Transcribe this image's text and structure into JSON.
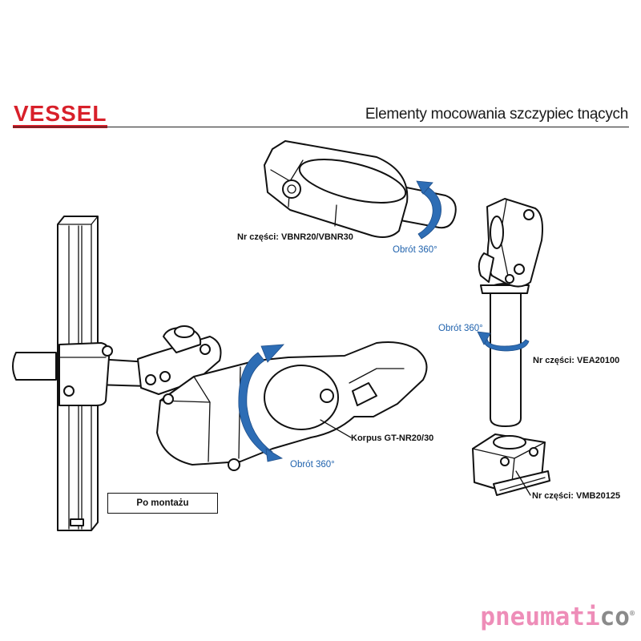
{
  "header": {
    "brand": "VESSEL",
    "title": "Elementy mocowania szczypiec tnących",
    "brand_color": "#d8202a"
  },
  "callouts": {
    "part_top": "Nr części: VBNR20/VBNR30",
    "rotation_top": "Obrót 360°",
    "part_right": "Nr części: VEA20100",
    "rotation_right": "Obrót 360°",
    "body_label": "Korpus GT-NR20/30",
    "rotation_center": "Obrót 360°",
    "part_bottom_right": "Nr części: VMB20125",
    "assembly_label": "Po montażu"
  },
  "colors": {
    "rotation_arrow": "#2d6db5",
    "footer_pink": "#ee8db8",
    "footer_grey": "#8a8a8a"
  },
  "footer": {
    "logo_main": "pneumati",
    "logo_tail": "co",
    "logo_mark": "®"
  }
}
